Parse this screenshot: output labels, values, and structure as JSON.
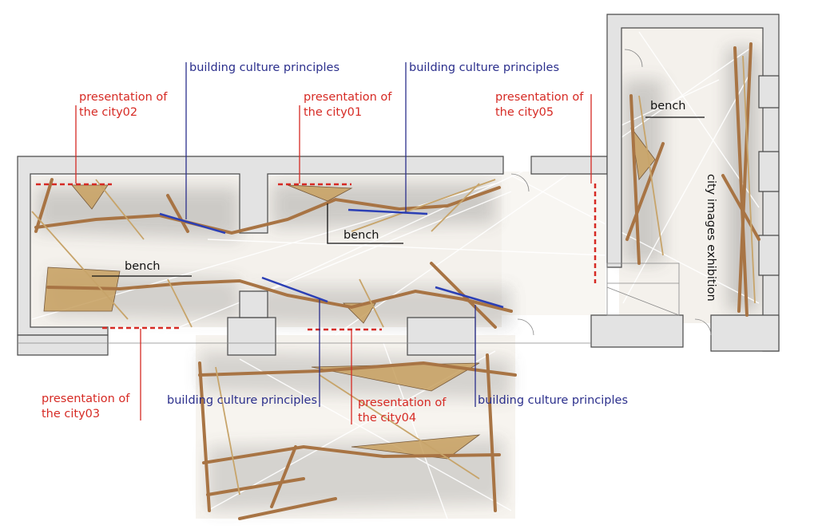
{
  "labels": {
    "building_culture_1": "building culture principles",
    "building_culture_2": "building culture principles",
    "building_culture_3": "building culture principles",
    "building_culture_4": "building culture principles",
    "city02": [
      "presentation of",
      "the city02"
    ],
    "city01": [
      "presentation of",
      "the city01"
    ],
    "city05": [
      "presentation of",
      "the city05"
    ],
    "city03": [
      "presentation of",
      "the city03"
    ],
    "city04": [
      "presentation of",
      "the city04"
    ],
    "bench_1": "bench",
    "bench_2": "bench",
    "bench_3": "bench",
    "exhibition": "city images exhibition"
  },
  "colors": {
    "presentation": "#d62a24",
    "principles": "#2b2f8c",
    "wall": "#e3e3e3",
    "wood": "#b8834f",
    "panel": "#c9a467"
  }
}
